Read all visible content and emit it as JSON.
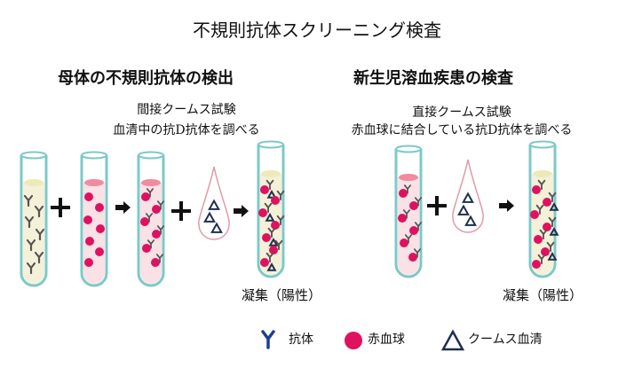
{
  "title": "不規則抗体スクリーニング検査",
  "left_panel": {
    "title": "母体の不規則抗体の検出",
    "test_name": "間接クームス試験",
    "description": "血清中の抗D抗体を調べる",
    "result": "凝集（陽性）"
  },
  "right_panel": {
    "title": "新生児溶血疾患の検査",
    "test_name": "直接クームス試験",
    "description": "赤血球に結合している抗D抗体を調べる",
    "result": "凝集（陽性）"
  },
  "legend": {
    "antibody": "抗体",
    "rbc": "赤血球",
    "coombs": "クームス血清"
  },
  "colors": {
    "rbc": "#e0115f",
    "antibody": "#555555",
    "coombs_stroke": "#1f2f4f",
    "tube_outline": "#7ec8c8",
    "serum": "#f5f0d8",
    "pink_fluid": "#f9e1e6",
    "pink_top": "#f08ca0",
    "drop_outline": "#e09aa8",
    "legend_antibody": "#1f3f8f"
  }
}
